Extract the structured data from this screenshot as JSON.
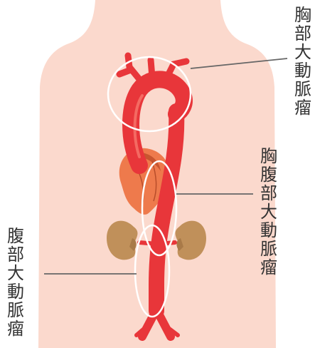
{
  "labels": {
    "thoracic": "胸部大動脈瘤",
    "thoracoabdominal": "胸腹部大動脈瘤",
    "abdominal": "腹部大動脈瘤"
  },
  "colors": {
    "skin": "#fbd9cd",
    "aorta": "#e8363a",
    "aorta_dark": "#c8262b",
    "heart": "#ee7a4c",
    "heart_dark": "#c8552f",
    "kidney": "#c0905a",
    "outline": "#ffffff",
    "leader": "#666666",
    "text": "#333333"
  }
}
